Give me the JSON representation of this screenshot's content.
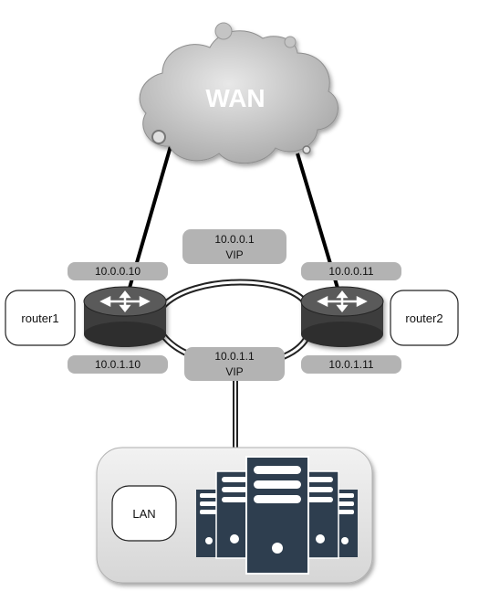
{
  "wan": {
    "label": "WAN"
  },
  "routers": [
    {
      "name": "router1",
      "wan_ip": "10.0.0.10",
      "lan_ip": "10.0.1.10"
    },
    {
      "name": "router2",
      "wan_ip": "10.0.0.11",
      "lan_ip": "10.0.1.11"
    }
  ],
  "vip_wan": {
    "ip": "10.0.0.1",
    "label": "VIP"
  },
  "vip_lan": {
    "ip": "10.0.1.1",
    "label": "VIP"
  },
  "lan": {
    "label": "LAN"
  },
  "colors": {
    "cloud_fill": "#c8c8c8",
    "tag_fill": "#b3b3b3",
    "router_body": "#3c3c3c",
    "server_body": "#2e3e4f",
    "lan_panel": "#e6e6e6"
  }
}
